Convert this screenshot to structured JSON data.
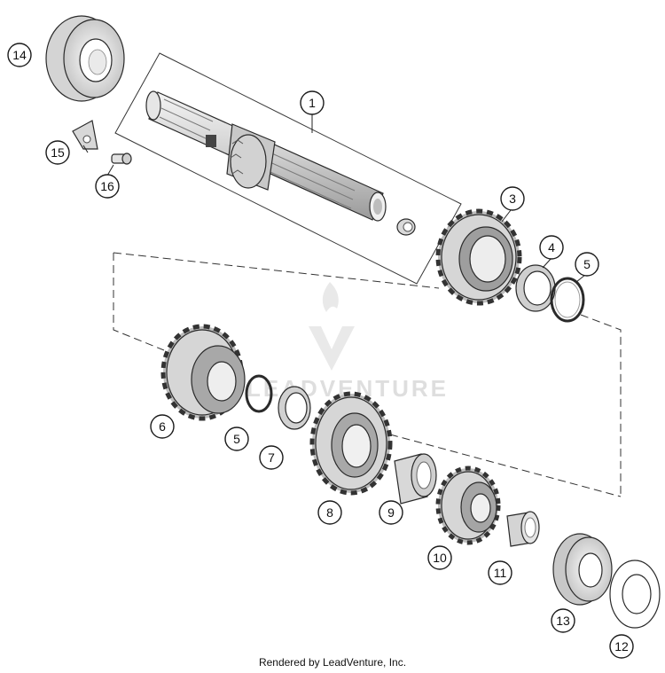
{
  "diagram": {
    "callouts": {
      "c1": "1",
      "c3": "3",
      "c4": "4",
      "c5a": "5",
      "c5b": "5",
      "c6": "6",
      "c7": "7",
      "c8": "8",
      "c9": "9",
      "c10": "10",
      "c11": "11",
      "c12": "12",
      "c13": "13",
      "c14": "14",
      "c15": "15",
      "c16": "16"
    },
    "watermark": "LEADVENTURE",
    "colors": {
      "gear_fill": "#dcdcdc",
      "dark": "#555555",
      "line": "#222222",
      "watermark": "#d6d6d6"
    }
  },
  "footer": {
    "text": "Rendered by LeadVenture, Inc."
  }
}
